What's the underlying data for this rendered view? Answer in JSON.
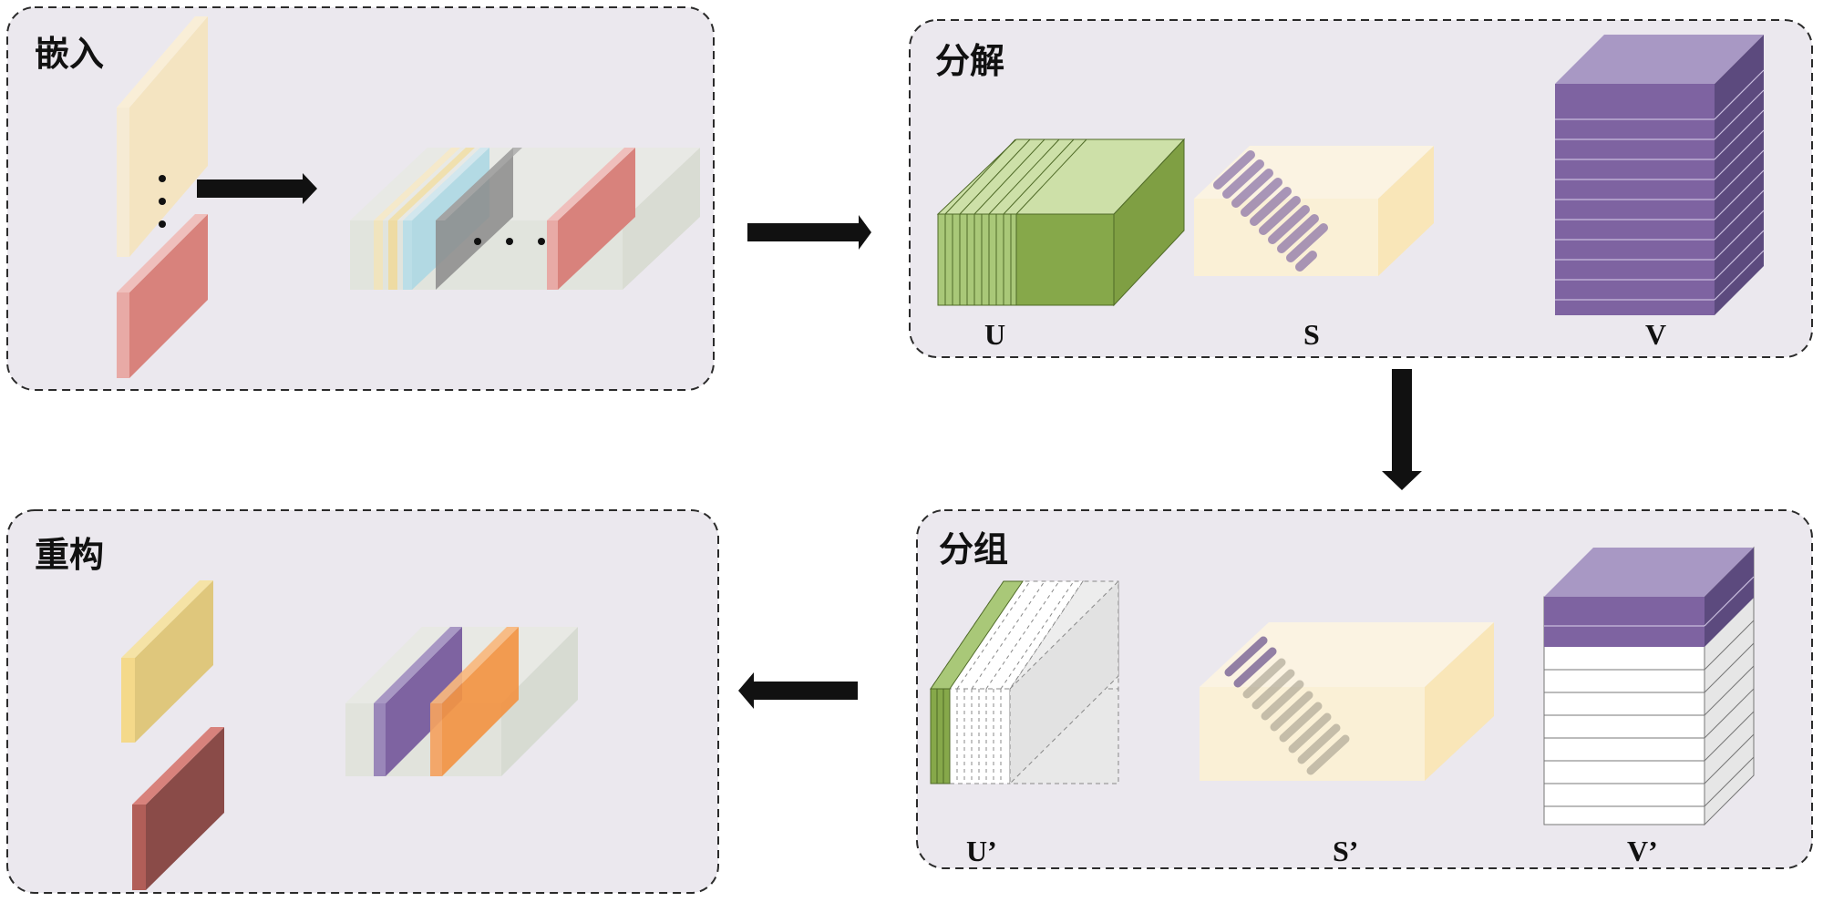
{
  "panels": {
    "embed": {
      "title": "嵌入"
    },
    "decompose": {
      "title": "分解",
      "labels": {
        "u": "U",
        "s": "S",
        "v": "V"
      }
    },
    "group": {
      "title": "分组",
      "labels": {
        "u": "U’",
        "s": "S’",
        "v": "V’"
      }
    },
    "reconstruct": {
      "title": "重构"
    }
  },
  "colors": {
    "panel_bg": "#ebe8ee",
    "yellow": "#f7e7c0",
    "red": "#d9827c",
    "green": "#86a84a",
    "purple": "#7d64a1",
    "orange": "#f29443",
    "dark_red": "#8a4b48",
    "translucent_box": "#dde1d6"
  }
}
